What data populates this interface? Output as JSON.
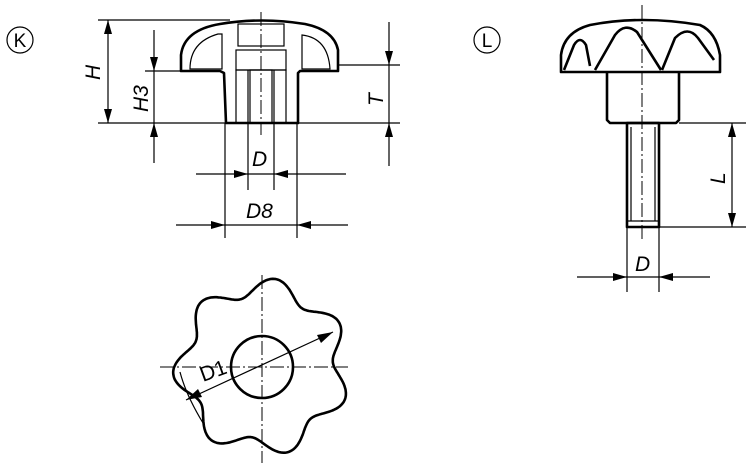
{
  "views": {
    "k": {
      "marker": "K",
      "dims": {
        "h": "H",
        "h3": "H3",
        "t": "T",
        "d": "D",
        "d8": "D8"
      }
    },
    "l": {
      "marker": "L",
      "dims": {
        "l": "L",
        "d": "D"
      }
    },
    "top": {
      "dims": {
        "d1": "D1"
      },
      "lobes": 7
    }
  }
}
